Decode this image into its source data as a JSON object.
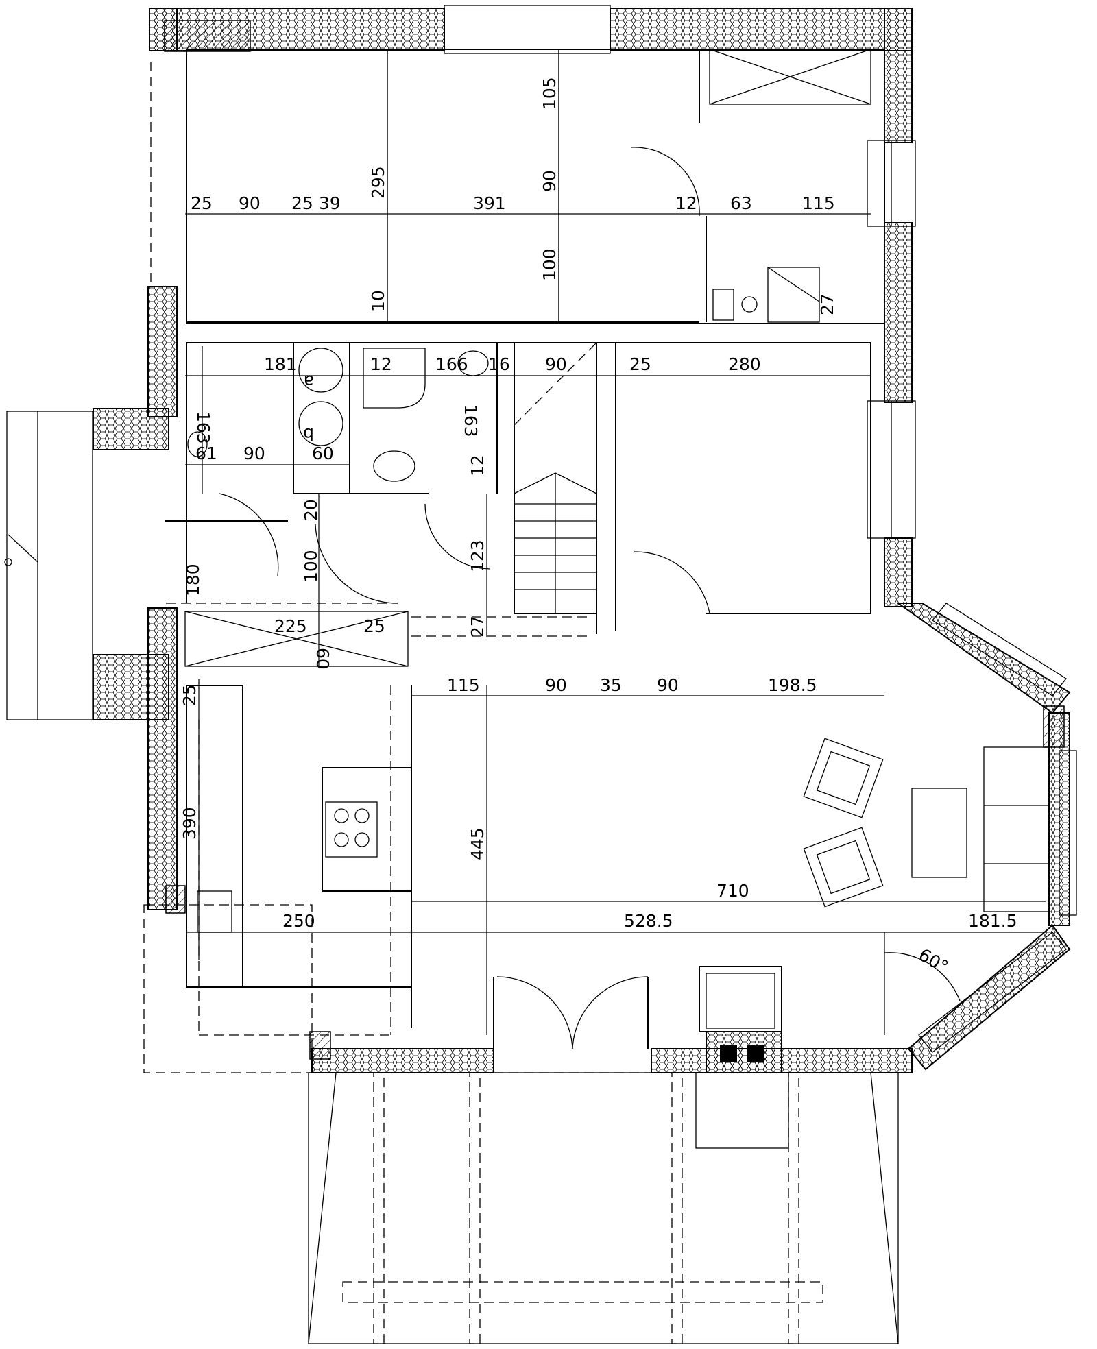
{
  "dimensions": {
    "top_row": [
      "25",
      "90",
      "25",
      "39",
      "391",
      "12",
      "63",
      "115"
    ],
    "top_vertical": [
      "295",
      "105",
      "90",
      "100",
      "10",
      "27"
    ],
    "middle_row": [
      "181",
      "12",
      "166",
      "16",
      "90",
      "25",
      "280"
    ],
    "middle_vertical": [
      "163",
      "163",
      "12"
    ],
    "bath_row": [
      "61",
      "90",
      "60"
    ],
    "hall": [
      "20",
      "100",
      "123",
      "180",
      "225",
      "25",
      "60",
      "27"
    ],
    "living_top": [
      "115",
      "90",
      "35",
      "90",
      "198.5"
    ],
    "kitchen": [
      "25",
      "390",
      "445"
    ],
    "bottom_row": [
      "710",
      "250",
      "528.5",
      "181.5"
    ],
    "angle": "60°"
  },
  "labels": {
    "tank_a": "a",
    "tank_b": "b"
  }
}
